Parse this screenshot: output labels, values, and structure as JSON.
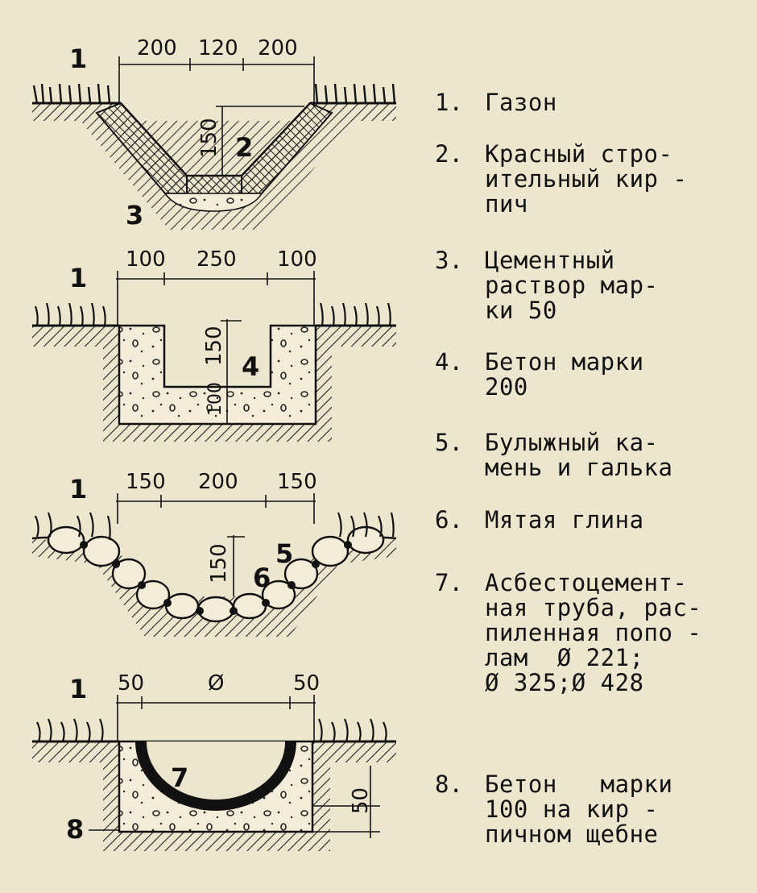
{
  "sections": [
    {
      "id": "brick-gutter",
      "callouts": [
        "1",
        "2",
        "3"
      ],
      "dims": [
        "200",
        "120",
        "200",
        "150"
      ]
    },
    {
      "id": "concrete-gutter",
      "callouts": [
        "1",
        "4"
      ],
      "dims": [
        "100",
        "250",
        "100",
        "150",
        "100"
      ]
    },
    {
      "id": "cobble-gutter",
      "callouts": [
        "1",
        "5",
        "6"
      ],
      "dims": [
        "150",
        "200",
        "150",
        "150"
      ]
    },
    {
      "id": "pipe-gutter",
      "callouts": [
        "1",
        "7",
        "8"
      ],
      "dims": [
        "50",
        "Ø",
        "50",
        "50"
      ]
    }
  ],
  "legend": [
    {
      "num": "1.",
      "text": "Газон"
    },
    {
      "num": "2.",
      "text": "Красный стро-\nительный кир -\nпич"
    },
    {
      "num": "3.",
      "text": "Цементный\nраствор мар-\nки 50"
    },
    {
      "num": "4.",
      "text": "Бетон марки\n200"
    },
    {
      "num": "5.",
      "text": "Булыжный ка-\nмень и галька"
    },
    {
      "num": "6.",
      "text": "Мятая глина"
    },
    {
      "num": "7.",
      "text": "Асбестоцемент-\nная труба, рас-\nпиленная попо -\nлам  Ø 221;\nØ 325;Ø 428"
    },
    {
      "num": "8.",
      "text": "Бетон   марки\n100 на кир -\nпичном щебне"
    }
  ]
}
